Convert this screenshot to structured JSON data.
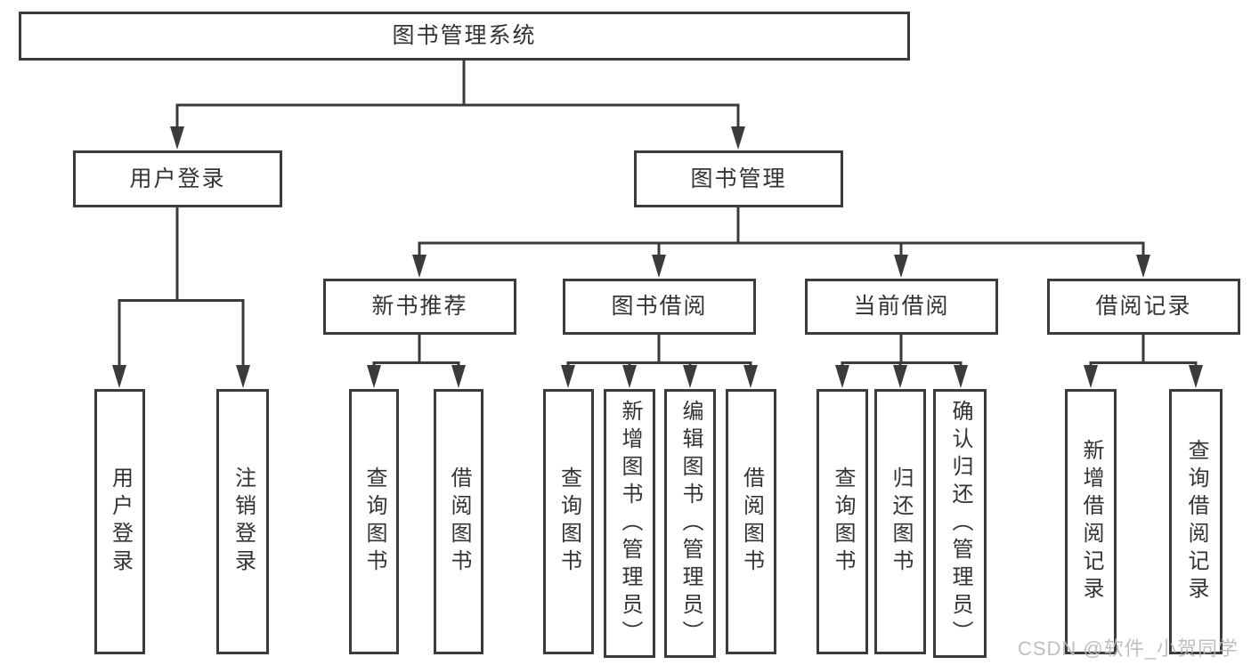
{
  "tree": {
    "label": "图书管理系统",
    "children": [
      {
        "label": "用户登录",
        "children": [
          {
            "label": "用户登录"
          },
          {
            "label": "注销登录"
          }
        ]
      },
      {
        "label": "图书管理",
        "children": [
          {
            "label": "新书推荐",
            "children": [
              {
                "label": "查询图书"
              },
              {
                "label": "借阅图书"
              }
            ]
          },
          {
            "label": "图书借阅",
            "children": [
              {
                "label": "查询图书"
              },
              {
                "label": "新增图书（管理员）"
              },
              {
                "label": "编辑图书（管理员）"
              },
              {
                "label": "借阅图书"
              }
            ]
          },
          {
            "label": "当前借阅",
            "children": [
              {
                "label": "查询图书"
              },
              {
                "label": "归还图书"
              },
              {
                "label": "确认归还（管理员）"
              }
            ]
          },
          {
            "label": "借阅记录",
            "children": [
              {
                "label": "新增借阅记录"
              },
              {
                "label": "查询借阅记录"
              }
            ]
          }
        ]
      }
    ]
  },
  "watermark": "CSDN @软件_小贺同学",
  "colors": {
    "line": "#3b3b3b",
    "text": "#333333",
    "watermark": "#b9b9b9",
    "background": "#ffffff"
  }
}
